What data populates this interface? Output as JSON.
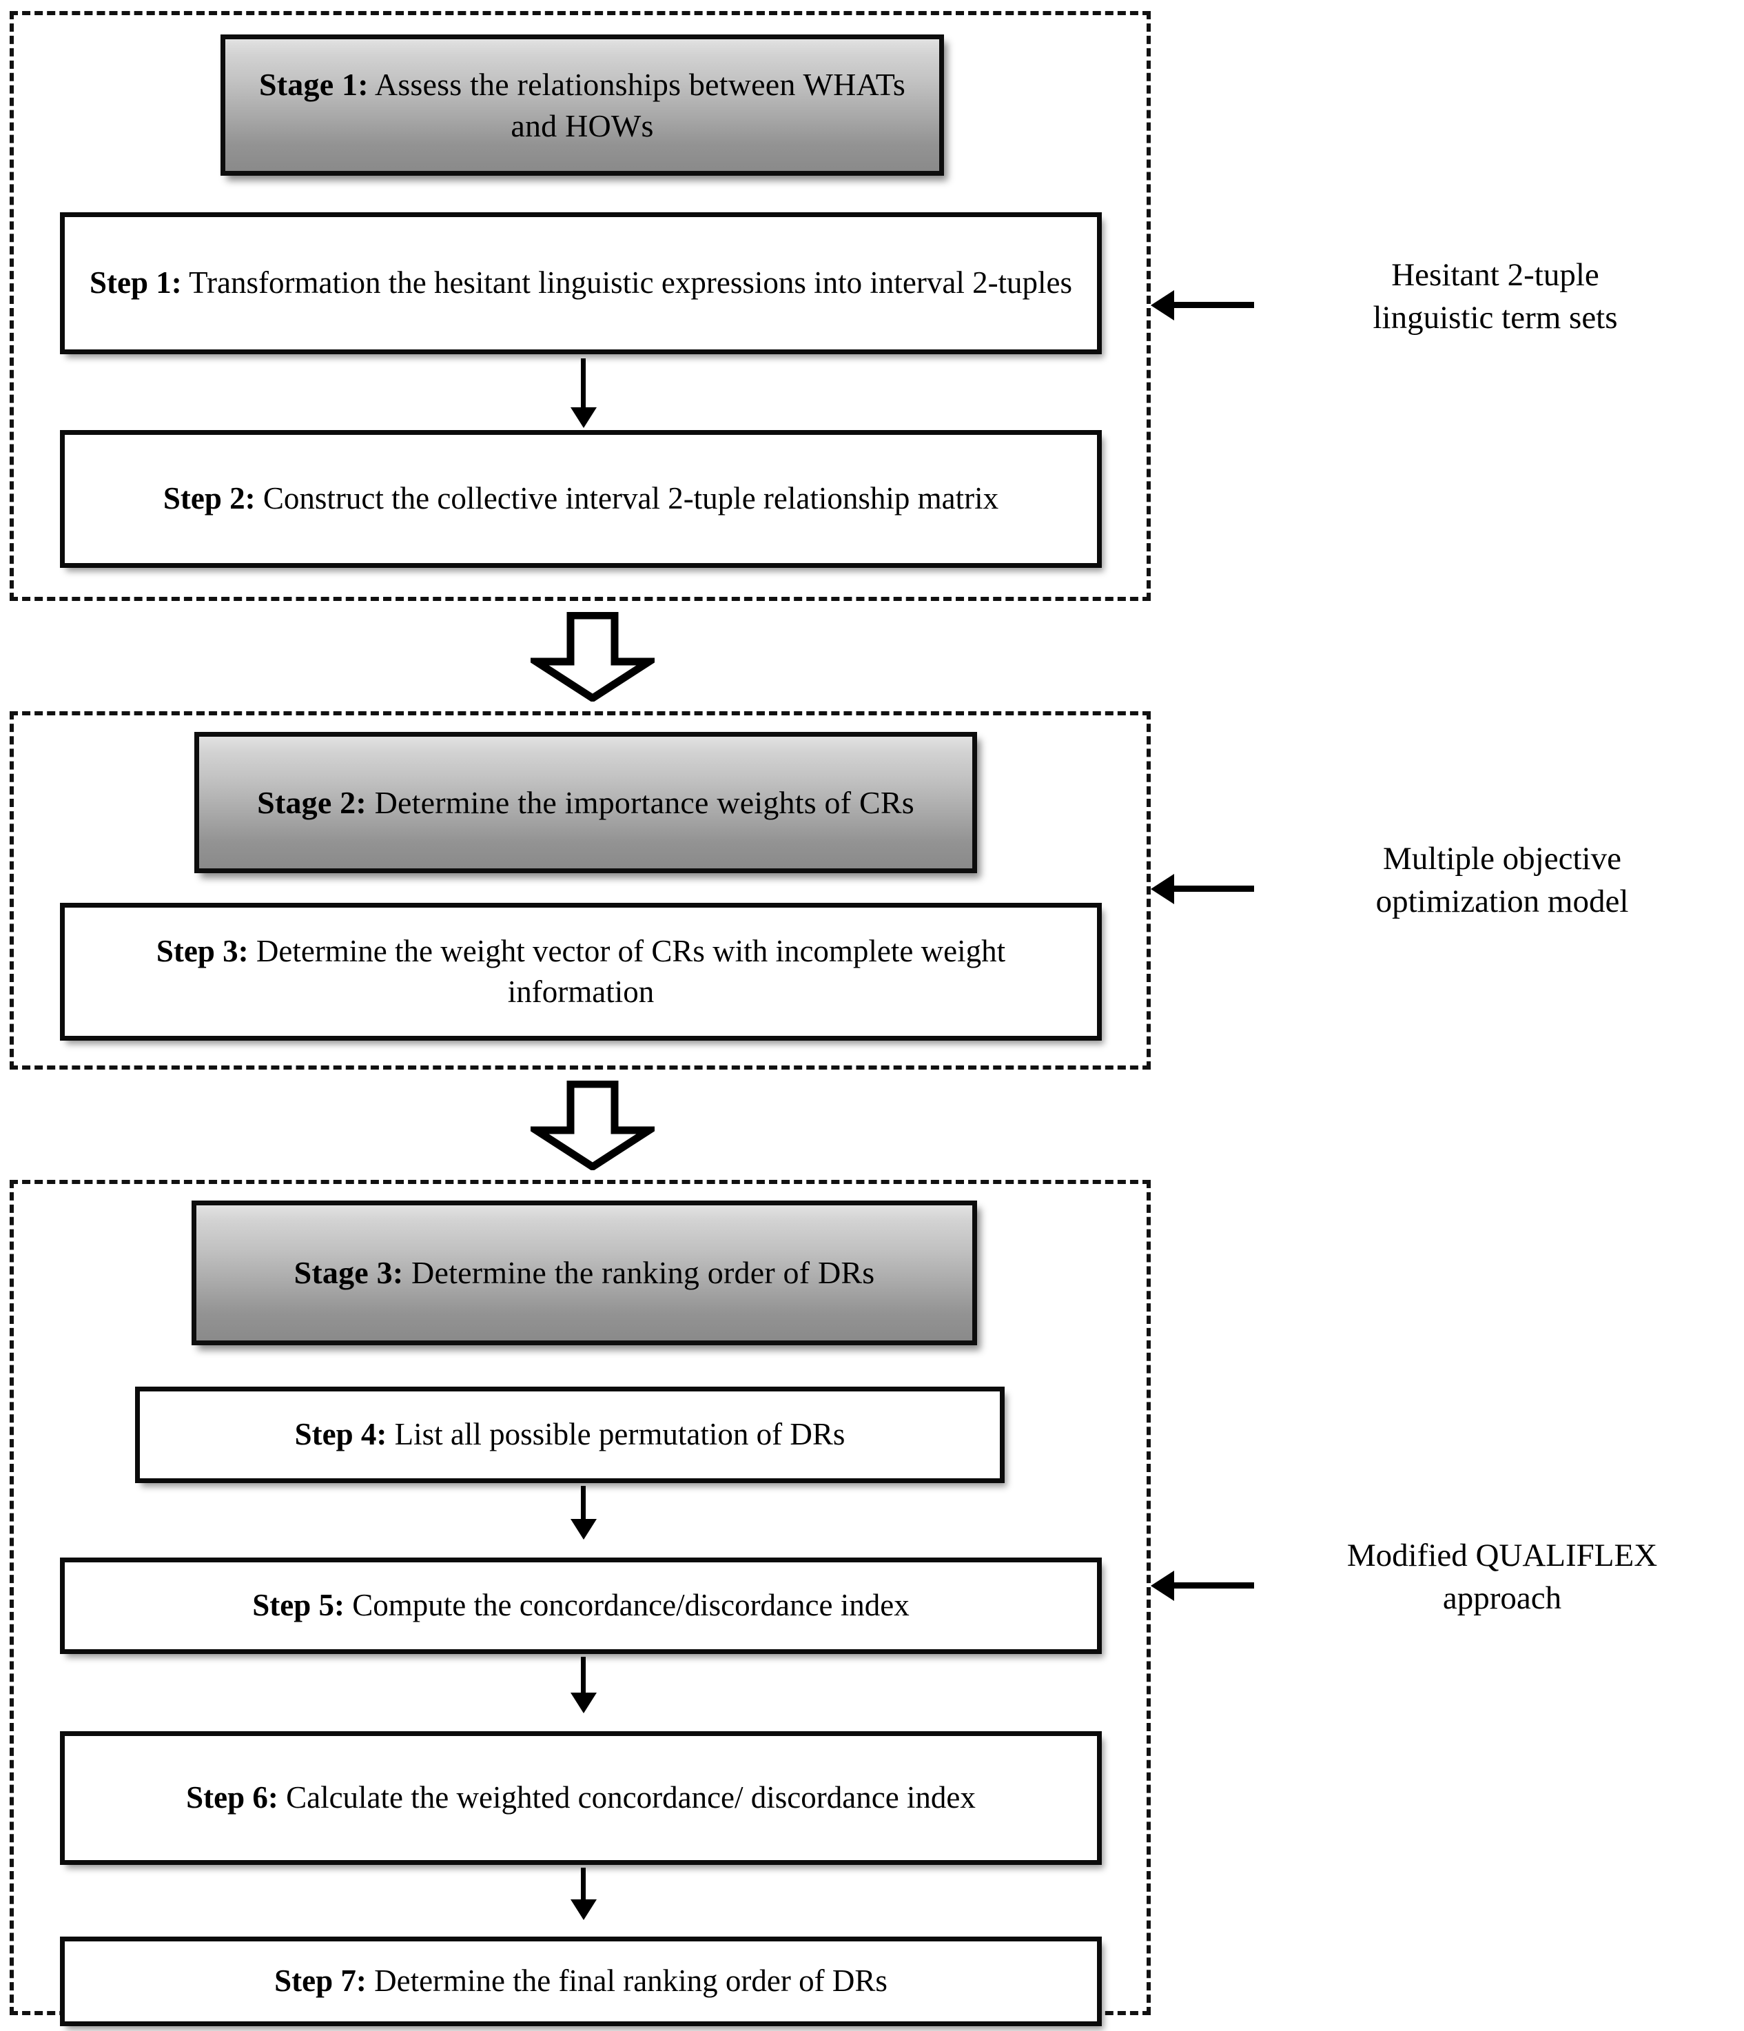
{
  "diagram": {
    "title": "Three-stage methodology flowchart",
    "stages": [
      {
        "id": "stage-1",
        "header": "Stage 1: Assess the relationships between WHATs and HOWs",
        "header_label": "Stage 1:",
        "header_rest": " Assess the relationships between WHATs and HOWs",
        "annotation_line1": "Hesitant 2-tuple",
        "annotation_line2": "linguistic term sets",
        "steps": [
          {
            "label": "Step 1:",
            "rest": " Transformation the hesitant linguistic expressions into interval 2-tuples"
          },
          {
            "label": "Step 2:",
            "rest": " Construct the collective interval 2-tuple relationship matrix"
          }
        ]
      },
      {
        "id": "stage-2",
        "header": "Stage 2:  Determine the importance weights of CRs",
        "header_label": "Stage 2:",
        "header_rest": "  Determine the importance weights of CRs",
        "annotation_line1": "Multiple objective",
        "annotation_line2": "optimization model",
        "steps": [
          {
            "label": "Step 3:",
            "rest": " Determine the weight vector of CRs with incomplete weight information"
          }
        ]
      },
      {
        "id": "stage-3",
        "header": "Stage 3: Determine the ranking order of DRs",
        "header_label": "Stage 3:",
        "header_rest": " Determine the ranking order of DRs",
        "annotation_line1": "Modified QUALIFLEX",
        "annotation_line2": "approach",
        "steps": [
          {
            "label": "Step 4:",
            "rest": " List all possible permutation of DRs"
          },
          {
            "label": "Step 5:",
            "rest": " Compute the concordance/discordance index"
          },
          {
            "label": "Step 6:",
            "rest": " Calculate the weighted concordance/ discordance index"
          },
          {
            "label": "Step 7:",
            "rest": " Determine the final ranking order of DRs"
          }
        ]
      }
    ],
    "connectors": {
      "block_arrow_1": "stage-1-to-stage-2",
      "block_arrow_2": "stage-2-to-stage-3"
    },
    "colors": {
      "line": "#000000",
      "header_gradient_top": "#e2e2e2",
      "header_gradient_bottom": "#8a8a8a",
      "box_fill": "#ffffff",
      "background": "#ffffff"
    }
  }
}
